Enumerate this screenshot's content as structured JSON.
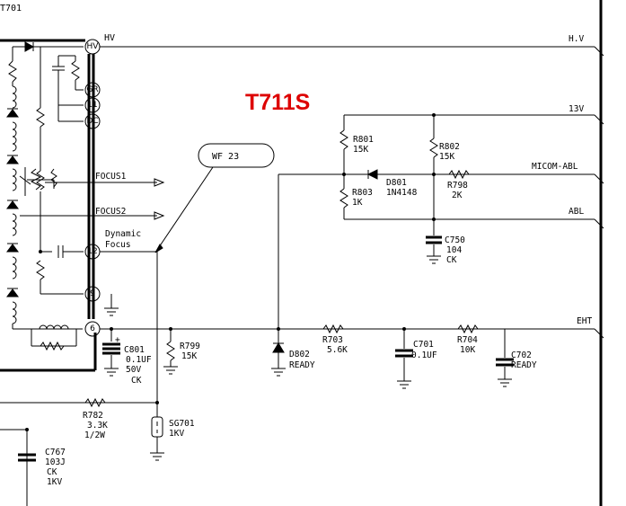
{
  "title": "T711S",
  "title_color": "#dd0000",
  "transformer_ref": "T701",
  "transformer_ref_partial": "T701",
  "pins": {
    "hv": "HV",
    "gr": "GR",
    "p11": "11",
    "dc": "DC",
    "p12": "12",
    "p9": "9",
    "p6": "6"
  },
  "labels": {
    "hv": "HV",
    "focus1": "FOCUS1",
    "focus2": "FOCUS2",
    "dynamic": "Dynamic",
    "focus": "Focus",
    "waveform": "WF  23"
  },
  "nets": {
    "hv": "H.V",
    "v13": "13V",
    "micom_abl": "MICOM-ABL",
    "abl": "ABL",
    "eht": "EHT"
  },
  "components": {
    "r801": {
      "ref": "R801",
      "value": "15K"
    },
    "r802": {
      "ref": "R802",
      "value": "15K"
    },
    "r803": {
      "ref": "R803",
      "value": "1K"
    },
    "d801": {
      "ref": "D801",
      "value": "1N4148"
    },
    "r798": {
      "ref": "R798",
      "value": "2K"
    },
    "c750": {
      "ref": "C750",
      "value": "104",
      "type": "CK"
    },
    "c801": {
      "ref": "C801",
      "value": "0.1UF",
      "voltage": "50V",
      "type": "CK",
      "polarity": "+"
    },
    "r799": {
      "ref": "R799",
      "value": "15K"
    },
    "d802": {
      "ref": "D802",
      "value": "READY"
    },
    "r703": {
      "ref": "R703",
      "value": "5.6K"
    },
    "c701": {
      "ref": "C701",
      "value": "0.1UF"
    },
    "r704": {
      "ref": "R704",
      "value": "10K"
    },
    "c702": {
      "ref": "C702",
      "value": "READY"
    },
    "r782": {
      "ref": "R782",
      "value": "3.3K",
      "power": "1/2W"
    },
    "sg701": {
      "ref": "SG701",
      "value": "1KV"
    },
    "c767": {
      "ref": "C767",
      "value": "103J",
      "type": "CK",
      "voltage": "1KV"
    }
  }
}
